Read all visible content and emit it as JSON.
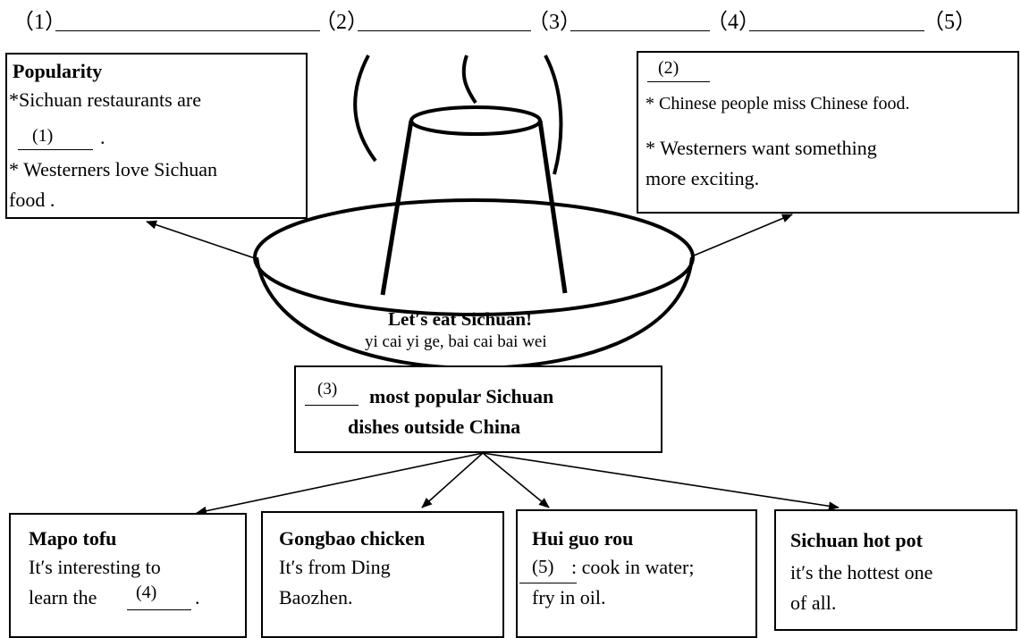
{
  "answer_line": {
    "labels": [
      "（1）",
      "（2）",
      "（3）",
      "（4）",
      "（5）"
    ]
  },
  "center": {
    "title": "Let′s eat Sichuan!",
    "subtitle": "yi cai yi ge, bai cai bai wei"
  },
  "popularity_box": {
    "title": "Popularity",
    "line1": "*Sichuan restaurants are",
    "blank": "(1)",
    "period": ".",
    "line2": "* Westerners love Sichuan",
    "line3": "food ."
  },
  "reasons_box": {
    "blank": "(2)",
    "line1": "* Chinese people miss Chinese food.",
    "line2": "* Westerners want something",
    "line3": "more exciting."
  },
  "dishes_box": {
    "blank": "(3)",
    "line1": "most popular Sichuan",
    "line2": "dishes outside China"
  },
  "dishes": [
    {
      "title": "Mapo tofu",
      "line1": "It′s interesting to",
      "line2_prefix": "learn the",
      "blank": "(4)",
      "line2_suffix": "."
    },
    {
      "title": "Gongbao chicken",
      "line1": "It′s from Ding",
      "line2": "Baozhen."
    },
    {
      "title": "Hui guo rou",
      "blank": "(5)",
      "line1_rest": ": cook in water;",
      "line2": "fry in oil."
    },
    {
      "title": "Sichuan hot pot",
      "line1": "it′s the hottest one",
      "line2": "of all."
    }
  ]
}
